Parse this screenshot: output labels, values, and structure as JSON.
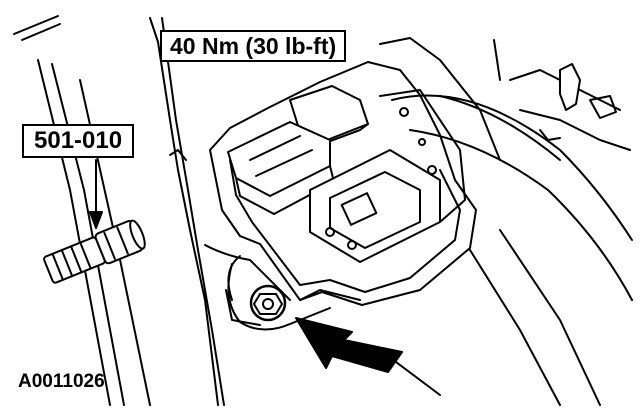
{
  "callouts": {
    "torque_spec": "40 Nm (30 lb-ft)",
    "tool_number": "501-010"
  },
  "figure_id": "A0011026",
  "colors": {
    "line": "#000000",
    "background": "#ffffff"
  }
}
